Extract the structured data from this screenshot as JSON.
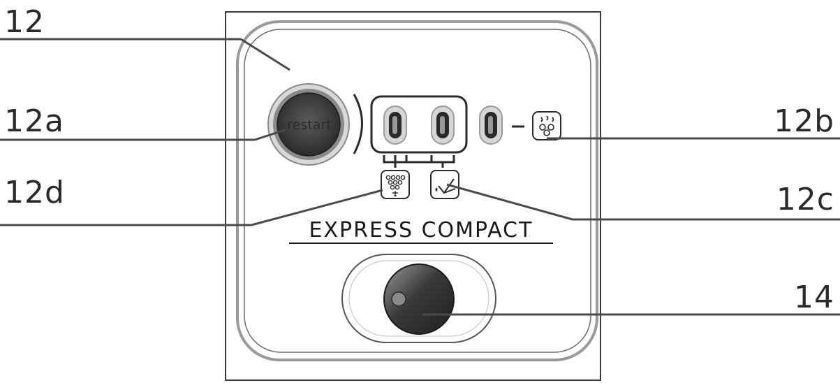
{
  "callouts": {
    "panel": "12",
    "restart_button": "12a",
    "steam_indicator": "12b",
    "descale_indicator": "12c",
    "clean_indicator": "12d",
    "selector_knob": "14"
  },
  "panel": {
    "restart_label": "restart",
    "brand_name": "EXPRESS COMPACT"
  },
  "icons": {
    "steam": "steam-icon",
    "descale": "descale-icon",
    "clean": "cleaning-icon"
  },
  "colors": {
    "line": "#4a4a4a",
    "button_dark": "#3a3a3a",
    "panel_border": "#555555"
  }
}
